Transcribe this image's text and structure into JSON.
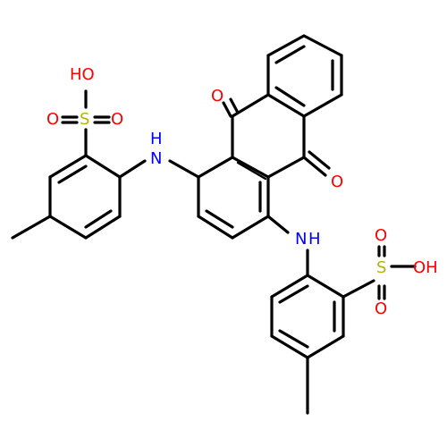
{
  "colors": {
    "bond": "#000000",
    "oxygen": "#ff0000",
    "nitrogen": "#0000ff",
    "sulfur": "#b4b400"
  },
  "labels": {
    "oh_top": "HO",
    "o_top_left": "O",
    "s_top": "S",
    "o_top_right": "O",
    "nh_left": "H",
    "nh_left_n": "N",
    "o_quinone_top": "O",
    "o_quinone_bottom": "O",
    "nh_bottom_n": "N",
    "nh_bottom": "H",
    "o_right_top": "O",
    "s_right": "S",
    "oh_right": "OH",
    "o_right_bottom": "O"
  }
}
